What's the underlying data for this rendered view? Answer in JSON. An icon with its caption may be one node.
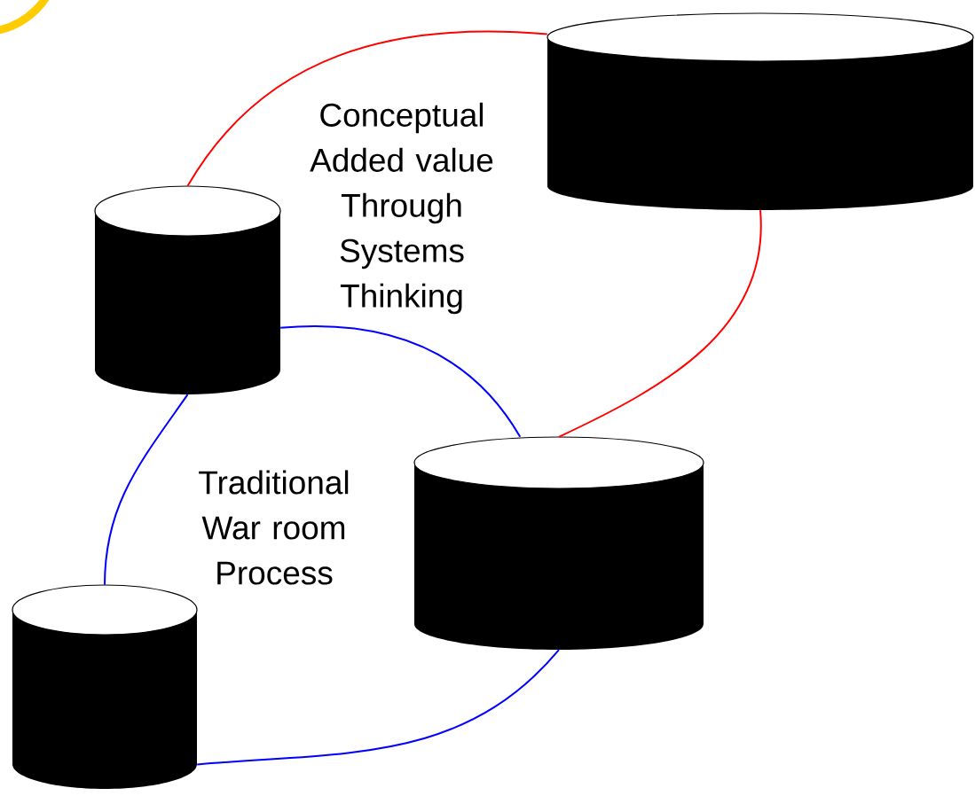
{
  "diagram": {
    "nodes": [
      {
        "text": [],
        "shape": "cylinder"
      },
      {
        "text": [],
        "shape": "cylinder"
      },
      {
        "text": [],
        "shape": "cylinder"
      },
      {
        "text": [],
        "shape": "cylinder"
      }
    ],
    "edges": [
      {
        "from": 1,
        "to": 0,
        "arrow": "none",
        "color": "#ff0000"
      },
      {
        "from": 0,
        "to": 2,
        "arrow": "none",
        "color": "#ff0000"
      },
      {
        "from": 1,
        "to": 2,
        "arrow": "none"
      },
      {
        "from": 1,
        "to": 3,
        "arrow": "none"
      },
      {
        "from": 2,
        "to": 3,
        "arrow": "none"
      }
    ],
    "labels": [
      "Conceptual Added value Through Systems Thinking",
      "Traditional War room Process"
    ]
  }
}
